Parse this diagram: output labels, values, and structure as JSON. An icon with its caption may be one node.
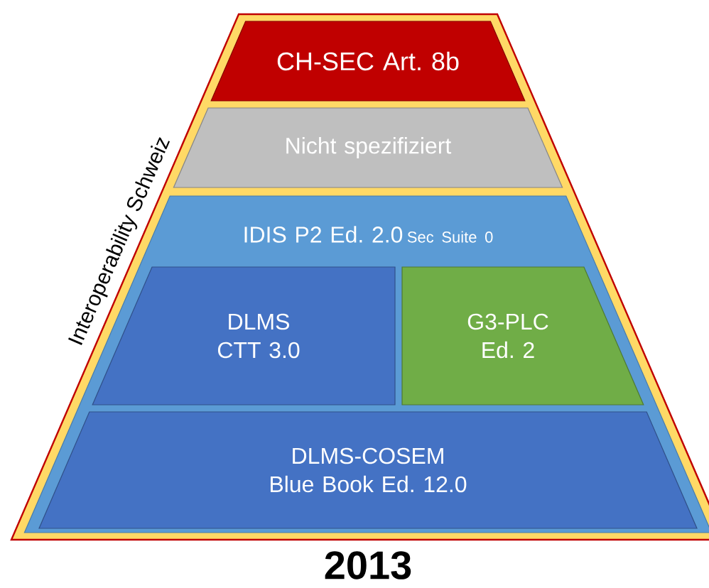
{
  "diagram": {
    "caption": "2013",
    "nodes": [
      {
        "text": [
          "Interoperability Schweiz"
        ]
      },
      {
        "text": [
          "CH-SEC Art. 8b"
        ],
        "in": 0
      },
      {
        "text": [
          "Nicht spezifiziert"
        ],
        "in": 0
      },
      {
        "text": [
          "IDIS P2 Ed. 2.0",
          "Sec Suite 0"
        ],
        "in": 0
      },
      {
        "text": [
          "DLMS CTT 3.0"
        ],
        "in": 3
      },
      {
        "text": [
          "G3-PLC Ed. 2"
        ],
        "in": 3
      },
      {
        "text": [
          "DLMS-COSEM Blue Book Ed. 12.0"
        ],
        "in": 3
      }
    ],
    "edges": []
  }
}
